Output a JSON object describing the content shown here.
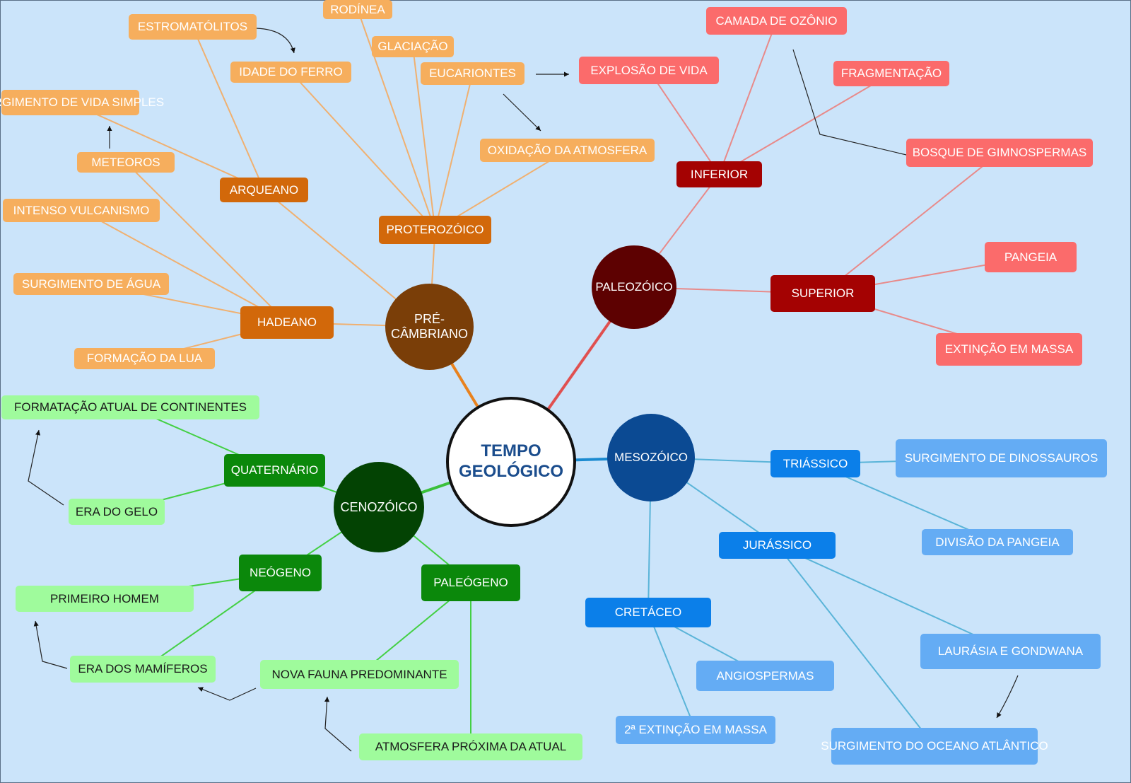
{
  "nodes": {
    "center": "TEMPO GEOLÓGICO",
    "precambriano": "PRÉ-CÂMBRIANO",
    "hadeano": "HADEANO",
    "arqueano": "ARQUEANO",
    "proterozoico": "PROTEROZÓICO",
    "estromatolitos": "ESTROMATÓLITOS",
    "rodinea": "RODÍNEA",
    "idade_ferro": "IDADE DO FERRO",
    "glaciacao": "GLACIAÇÃO",
    "eucariontes": "EUCARIONTES",
    "vida_simples": "SURGIMENTO DE VIDA SIMPLES",
    "meteoros": "METEOROS",
    "oxidacao": "OXIDAÇÃO DA ATMOSFERA",
    "vulcanismo": "INTENSO VULCANISMO",
    "agua": "SURGIMENTO DE ÁGUA",
    "lua": "FORMAÇÃO DA LUA",
    "paleozoico": "PALEOZÓICO",
    "inferior": "INFERIOR",
    "superior": "SUPERIOR",
    "ozonio": "CAMADA DE OZÔNIO",
    "explosao": "EXPLOSÃO DE VIDA",
    "fragmentacao": "FRAGMENTAÇÃO",
    "gimnospermas": "BOSQUE DE GIMNOSPERMAS",
    "pangeia": "PANGEIA",
    "extincao": "EXTINÇÃO EM MASSA",
    "mesozoico": "MESOZÓICO",
    "triassico": "TRIÁSSICO",
    "jurassico": "JURÁSSICO",
    "cretaceo": "CRETÁCEO",
    "dinossauros": "SURGIMENTO DE DINOSSAUROS",
    "divisao_pangeia": "DIVISÃO DA PANGEIA",
    "laurasia": "LAURÁSIA E GONDWANA",
    "atlantico": "SURGIMENTO DO OCEANO ATLÂNTICO",
    "angiospermas": "ANGIOSPERMAS",
    "extincao2": "2ª EXTINÇÃO EM MASSA",
    "cenozoico": "CENOZÓICO",
    "quaternario": "QUATERNÁRIO",
    "neogeno": "NEÓGENO",
    "paleogeno": "PALEÓGENO",
    "continentes": "FORMATAÇÃO ATUAL DE CONTINENTES",
    "era_gelo": "ERA DO GELO",
    "primeiro_homem": "PRIMEIRO HOMEM",
    "mamiferos": "ERA DOS MAMÍFEROS",
    "nova_fauna": "NOVA FAUNA PREDOMINANTE",
    "atmosfera_atual": "ATMOSFERA PRÓXIMA DA ATUAL"
  },
  "colors": {
    "background": "#cbe4fa",
    "precambriano": "#7a3e08",
    "paleozoico": "#5d0101",
    "mesozoico": "#0b4a93",
    "cenozoico": "#034303"
  }
}
